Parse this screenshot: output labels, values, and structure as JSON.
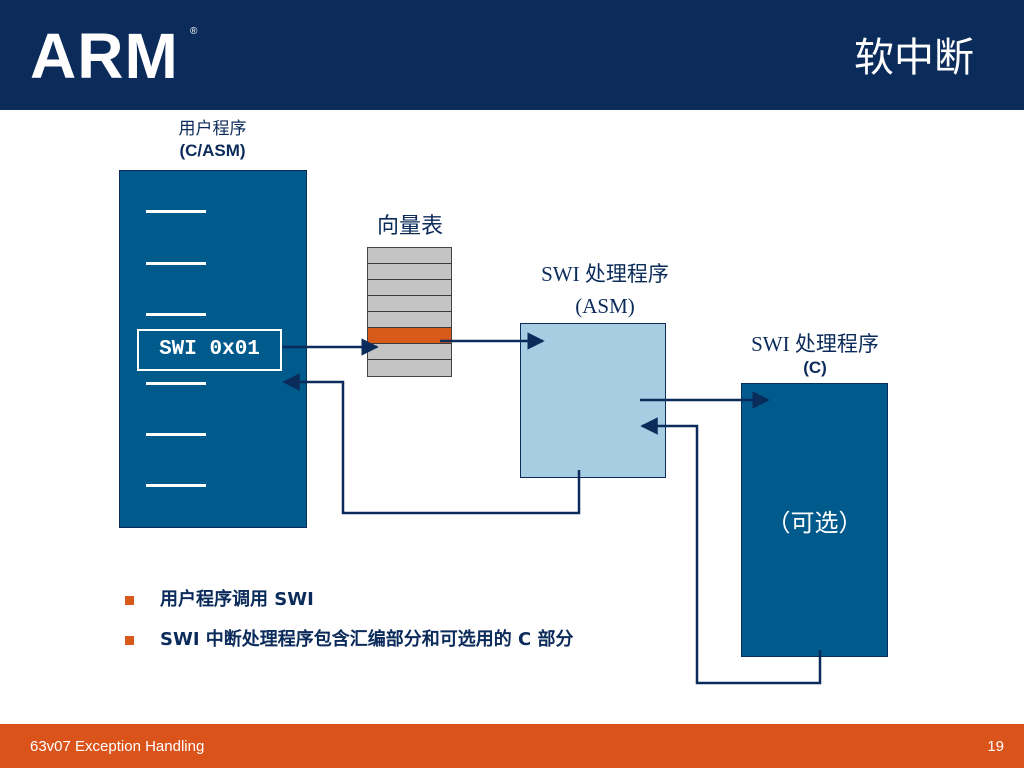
{
  "header": {
    "logo": "ARM",
    "logo_mark": "®",
    "title": "软中断"
  },
  "diagram": {
    "user_program_label": "用户程序",
    "user_program_sub": "(C/ASM)",
    "swi_instruction": "SWI 0x01",
    "vector_table_label": "向量表",
    "swi_asm_label": "SWI 处理程序",
    "swi_asm_sub": "(ASM)",
    "swi_c_label": "SWI 处理程序",
    "swi_c_sub": "(C)",
    "optional_label": "（可选）"
  },
  "bullets": [
    "用户程序调用 SWI",
    "SWI 中断处理程序包含汇编部分和可选用的 C 部分"
  ],
  "footer": {
    "left": "63v07 Exception Handling",
    "page": "19"
  },
  "colors": {
    "header_bg": "#0b2b5a",
    "box_blue": "#005a8c",
    "box_light": "#a7cde3",
    "accent": "#d9531a"
  }
}
